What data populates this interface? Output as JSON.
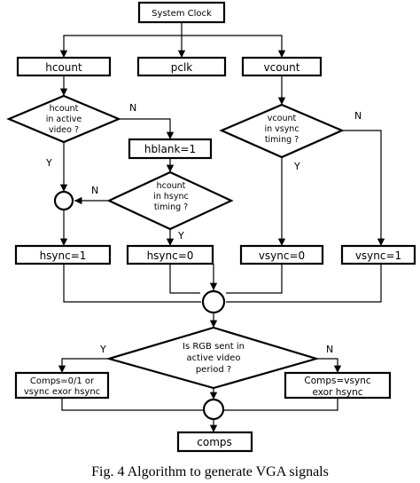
{
  "nodes": {
    "system_clock": "System Clock",
    "hcount": "hcount",
    "pclk": "pclk",
    "vcount": "vcount",
    "hblank": "hblank=1",
    "hsync1": "hsync=1",
    "hsync0": "hsync=0",
    "vsync0": "vsync=0",
    "vsync1": "vsync=1",
    "comps_left_1": "Comps=0/1 or",
    "comps_left_2": "vsync exor hsync",
    "comps_right_1": "Comps=vsync",
    "comps_right_2": "exor hsync",
    "comps": "comps"
  },
  "decisions": {
    "d1": [
      "hcount",
      "in active",
      "video ?"
    ],
    "d2": [
      "hcount",
      "in hsync",
      "timing ?"
    ],
    "d3": [
      "vcount",
      "in vsync",
      "timing ?"
    ],
    "d4": [
      "Is RGB sent in",
      "active video",
      "period ?"
    ]
  },
  "branch_labels": {
    "n1": "N",
    "y1": "Y",
    "n2": "N",
    "y2": "Y",
    "n3": "N",
    "y3": "Y",
    "y4": "Y",
    "n4": "N"
  },
  "caption": "Fig. 4  Algorithm to generate VGA signals"
}
